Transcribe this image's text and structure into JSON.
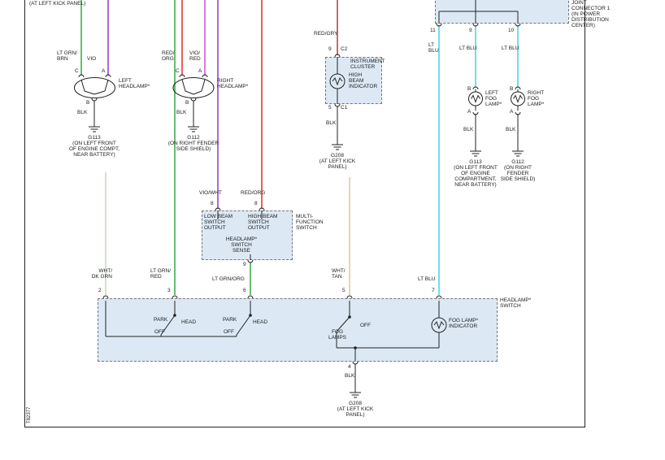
{
  "page": {
    "top_note": "(AT LEFT KICK PANEL)",
    "doc_id": "T82377"
  },
  "joint_connector": {
    "name": [
      "JOINT",
      "CONNECTOR 1",
      "(IN POWER",
      "DISTRIBUTION",
      "CENTER)"
    ],
    "pin_11": "11",
    "pin_9": "9",
    "pin_10": "10",
    "wire_switch": [
      "LT",
      "BLU"
    ],
    "wire_left_fog": "LT BLU",
    "wire_right_fog": "LT BLU"
  },
  "left_headlamp": {
    "wire_low": [
      "LT GRN/",
      "BRN"
    ],
    "wire_high": "VIO",
    "pin_c": "C",
    "pin_a": "A",
    "pin_b": "B",
    "name": [
      "LEFT",
      "HEADLAMP*"
    ],
    "ground_wire": "BLK",
    "ground": [
      "G113",
      "(ON LEFT FRONT",
      "OF ENGINE COMPT,",
      "NEAR BATTERY)"
    ]
  },
  "right_headlamp": {
    "wire_low": [
      "RED/",
      "ORG"
    ],
    "wire_high": [
      "VIO/",
      "RED"
    ],
    "pin_c": "C",
    "pin_a": "A",
    "pin_b": "B",
    "name": [
      "RIGHT",
      "HEADLAMP*"
    ],
    "ground_wire": "BLK",
    "ground": [
      "G112",
      "(ON RIGHT FENDER",
      "SIDE SHIELD)"
    ]
  },
  "instrument_cluster": {
    "wire": "RED/GRY",
    "pin_top": "9",
    "conn_top": "C2",
    "name": [
      "INSTRUMENT",
      "CLUSTER"
    ],
    "indicator": [
      "HIGH",
      "BEAM",
      "INDICATOR"
    ],
    "pin_bottom": "5",
    "conn_bottom": "C1",
    "ground_wire": "BLK",
    "ground": [
      "G208",
      "(AT LEFT KICK",
      "PANEL)"
    ]
  },
  "left_fog_lamp": {
    "pin_b": "B",
    "pin_a": "A",
    "name": [
      "LEFT",
      "FOG",
      "LAMP*"
    ],
    "ground_wire": "BLK",
    "ground": [
      "G113",
      "(ON LEFT FRONT",
      "OF ENGINE",
      "COMPARTMENT,",
      "NEAR BATTERY)"
    ]
  },
  "right_fog_lamp": {
    "pin_b": "B",
    "pin_a": "A",
    "name": [
      "RIGHT",
      "FOG",
      "LAMP*"
    ],
    "ground_wire": "BLK",
    "ground": [
      "G112",
      "(ON RIGHT",
      "FENDER",
      "SIDE SHIELD)"
    ]
  },
  "multi_function_switch": {
    "wire_low": "VIO/WHT",
    "wire_high": "RED/ORG",
    "pin_low": "8",
    "pin_high": "8",
    "low_output": [
      "LOW BEAM",
      "SWITCH",
      "OUTPUT"
    ],
    "high_output": [
      "HIGH BEAM",
      "SWITCH",
      "OUTPUT"
    ],
    "sense": [
      "HEADLAMP*",
      "SWITCH",
      "SENSE"
    ],
    "name": [
      "MULTI-",
      "FUNCTION",
      "SWITCH"
    ],
    "pin_sense": "9"
  },
  "headlamp_switch": {
    "name": [
      "HEADLAMP*",
      "SWITCH"
    ],
    "wire_2": [
      "WHT/",
      "DK GRN"
    ],
    "wire_3": [
      "LT GRN/",
      "RED"
    ],
    "wire_6": "LT GRN/ORG",
    "wire_5": [
      "WHT/",
      "TAN"
    ],
    "wire_7": "LT BLU",
    "pin_2": "2",
    "pin_3": "3",
    "pin_6": "6",
    "pin_5": "5",
    "pin_7": "7",
    "pin_4": "4",
    "sw1": {
      "park": "PARK",
      "head": "HEAD",
      "off": "OFF"
    },
    "sw2": {
      "park": "PARK",
      "head": "HEAD",
      "off": "OFF"
    },
    "fog": {
      "name": [
        "FOG",
        "LAMPS"
      ],
      "off": "OFF"
    },
    "indicator": [
      "FOG LAMP*",
      "INDICATOR"
    ],
    "ground_wire": "BLK",
    "ground": [
      "G208",
      "(AT LEFT KICK",
      "PANEL)"
    ]
  },
  "colors": {
    "lt_grn": "#3fae4f",
    "vio": "#9a45d2",
    "red": "#e23b31",
    "vio_red": "#d957d2",
    "red_gry": "#ad4a42",
    "lt_blu": "#4cd5e7",
    "wht_tan": "#d8cda2",
    "wht_dk_grn": "#c2dcc0",
    "box_fill": "#dce9f5",
    "line": "#222222"
  }
}
